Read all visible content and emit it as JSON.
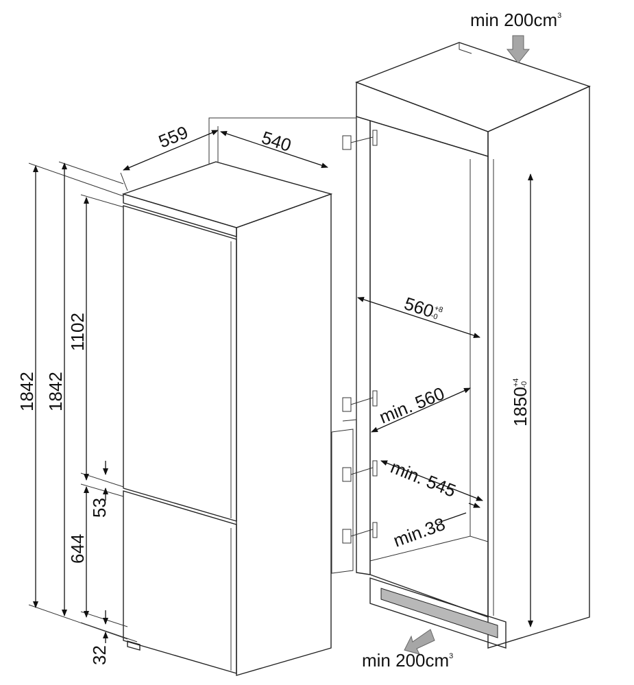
{
  "diagram": {
    "vent_top": {
      "value": "min 200cm",
      "sup": "3"
    },
    "vent_bottom": {
      "value": "min 200cm",
      "sup": "3"
    },
    "depth_559": "559",
    "depth_540": "540",
    "height_1842_a": "1842",
    "height_1842_b": "1842",
    "height_1102": "1102",
    "gap_53": "53",
    "height_644": "644",
    "base_32": "32",
    "width_560": {
      "value": "560",
      "sup": "+8",
      "sub": "-0"
    },
    "height_1850": {
      "value": "1850",
      "sup": "+4",
      "sub": "-0"
    },
    "min_560": "min. 560",
    "min_545": "min. 545",
    "min_38": "min.38"
  },
  "colors": {
    "line": "#222222",
    "arrow_fill": "#a6a6a6",
    "vent_fill": "#b8b8b8"
  }
}
